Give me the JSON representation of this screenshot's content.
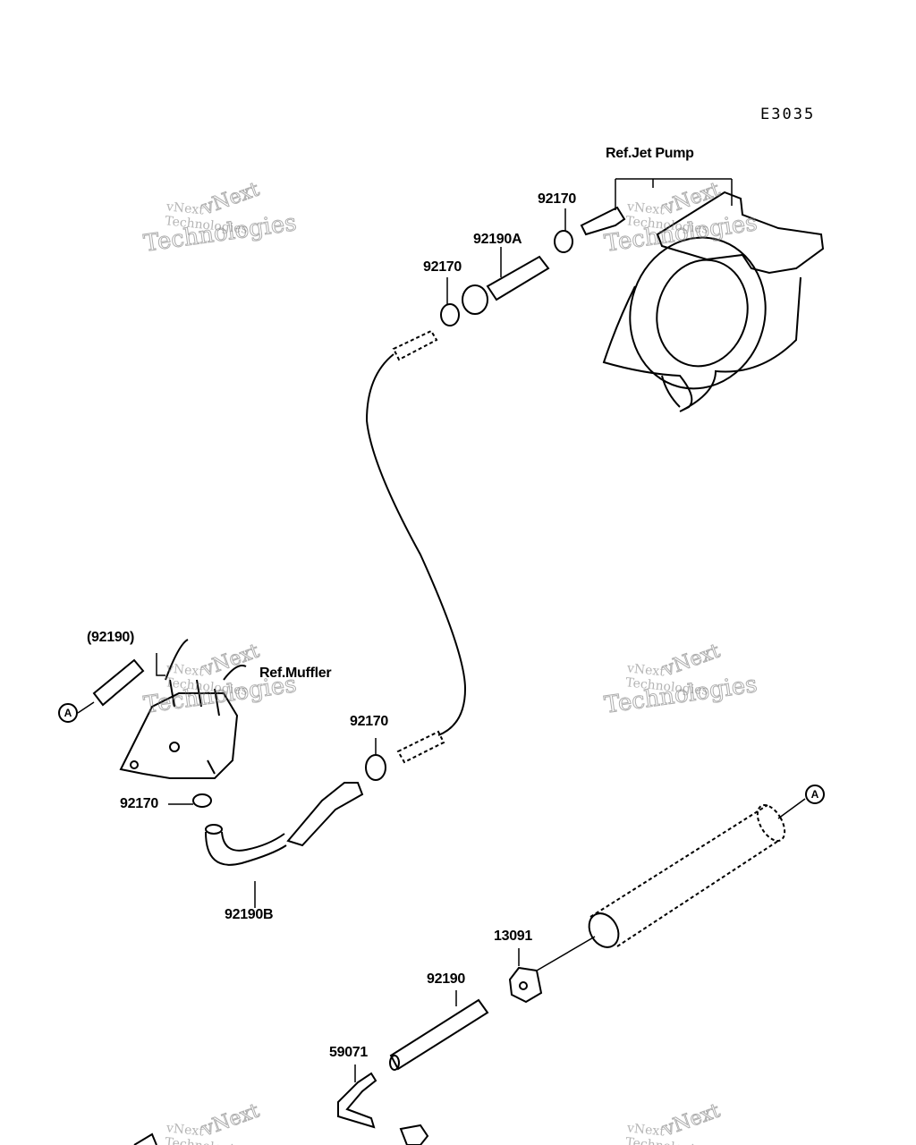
{
  "diagram_code": "E3035",
  "labels": {
    "ref_jet_pump": "Ref.Jet Pump",
    "ref_muffler": "Ref.Muffler",
    "clamp_top_right": "92170",
    "hose_a": "92190A",
    "clamp_top_left": "92170",
    "hose_ref": "(92190)",
    "clamp_middle": "92170",
    "clamp_left": "92170",
    "hose_b": "92190B",
    "bracket": "13091",
    "hose": "92190",
    "fitting": "59071"
  },
  "connector_marks": [
    "A",
    "A"
  ],
  "watermark": "vNext Technologies"
}
